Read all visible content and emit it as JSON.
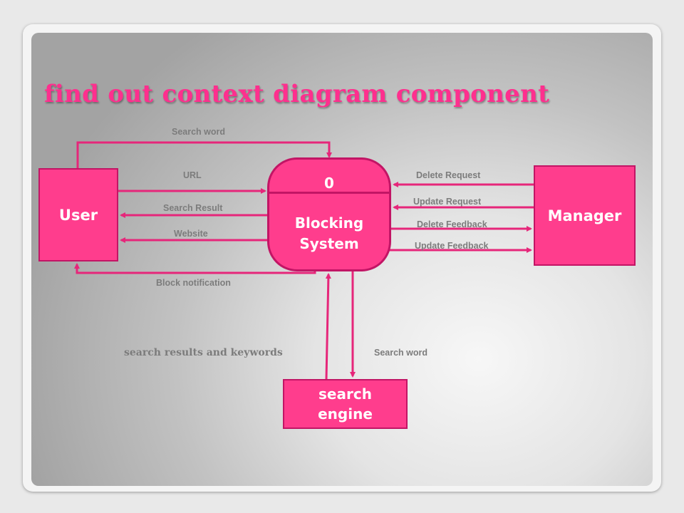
{
  "title": "find out context diagram component",
  "colors": {
    "title": "#ff2f8e",
    "entity_fill": "#ff3d8d",
    "entity_border": "#c21565",
    "arrow": "#e6267a",
    "label": "#7c7c7c"
  },
  "entities": {
    "user": "User",
    "manager": "Manager",
    "search_engine": "search\nengine"
  },
  "process": {
    "id": "0",
    "name": "Blocking\nSystem"
  },
  "flows": {
    "search_word_top": "Search word",
    "url": "URL",
    "search_result": "Search Result",
    "website": "Website",
    "block_notification": "Block notification",
    "delete_request": "Delete Request",
    "update_request": "Update Request",
    "delete_feedback": "Delete Feedback",
    "update_feedback": "Update Feedback",
    "search_results_keywords": "search results and keywords",
    "search_word_bottom": "Search word"
  }
}
